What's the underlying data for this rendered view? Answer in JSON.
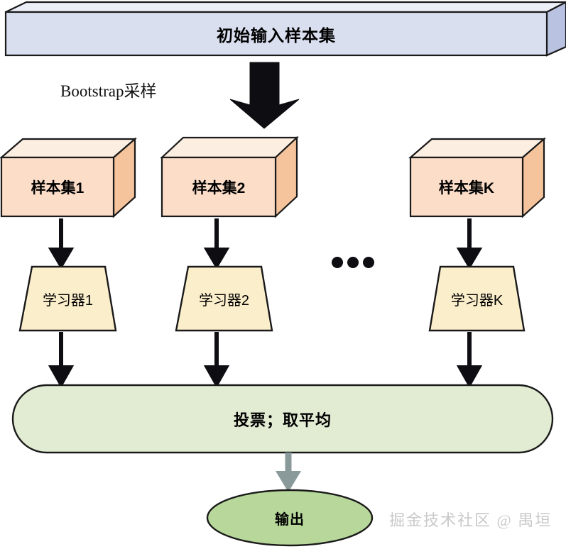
{
  "diagram": {
    "title_box": {
      "label": "初始输入样本集"
    },
    "bootstrap_label": {
      "label": "Bootstrap采样"
    },
    "sample_sets": [
      {
        "label": "样本集1"
      },
      {
        "label": "样本集2"
      },
      {
        "label": "样本集K"
      }
    ],
    "ellipsis": {
      "label": "•••"
    },
    "learners": [
      {
        "label": "学习器1"
      },
      {
        "label": "学习器2"
      },
      {
        "label": "学习器K"
      }
    ],
    "aggregate_box": {
      "label": "投票；取平均"
    },
    "output_node": {
      "label": "输出"
    },
    "watermark": {
      "label": "掘金技术社区 @ 禺垣"
    },
    "colors": {
      "input_box_face": "#dadff0",
      "input_box_top": "#eceff8",
      "input_box_side": "#b9c2e0",
      "sample_box_face": "#fbddc8",
      "sample_box_top": "#fdeee2",
      "sample_box_side": "#f6c49c",
      "learner_fill": "#fbeecb",
      "aggregate_fill": "#e2ecd3",
      "output_fill": "#b7d89a",
      "stroke": "#1a1a1a",
      "gray_arrow": "#8a9a9a",
      "watermark_text": "#c9c9c9"
    }
  }
}
